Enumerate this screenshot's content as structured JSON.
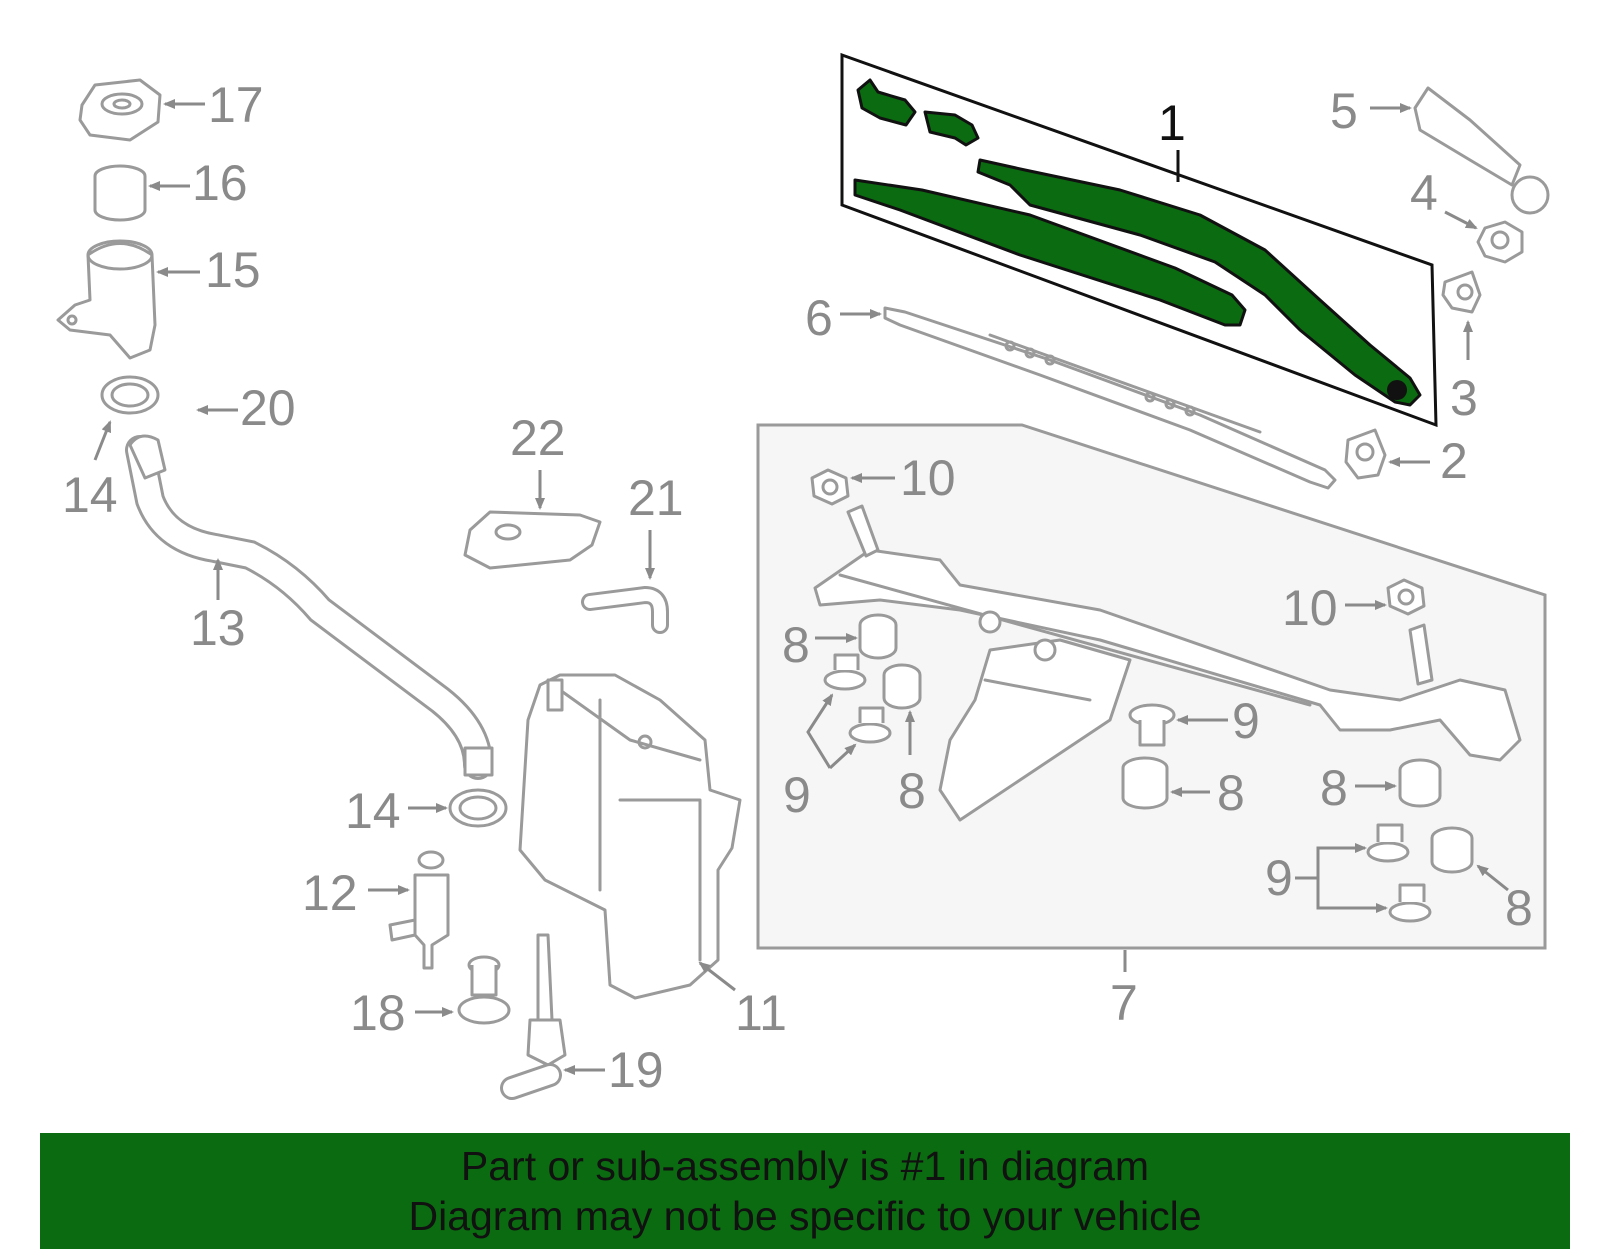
{
  "callouts": {
    "c1": "1",
    "c2": "2",
    "c3": "3",
    "c4": "4",
    "c5": "5",
    "c6": "6",
    "c7": "7",
    "c8": "8",
    "c9": "9",
    "c10": "10",
    "c11": "11",
    "c12": "12",
    "c13": "13",
    "c14": "14",
    "c15": "15",
    "c16": "16",
    "c17": "17",
    "c18": "18",
    "c19": "19",
    "c20": "20",
    "c21": "21",
    "c22": "22"
  },
  "banner": {
    "line1": "Part or sub-assembly is #1 in diagram",
    "line2": "Diagram may not be specific to your vehicle"
  },
  "colors": {
    "highlight": "#0b6b10",
    "banner_bg": "#0b6b10",
    "part_stroke": "#9a9a9a",
    "callout_text": "#8a8a8a",
    "main_callout_text": "#111111"
  }
}
